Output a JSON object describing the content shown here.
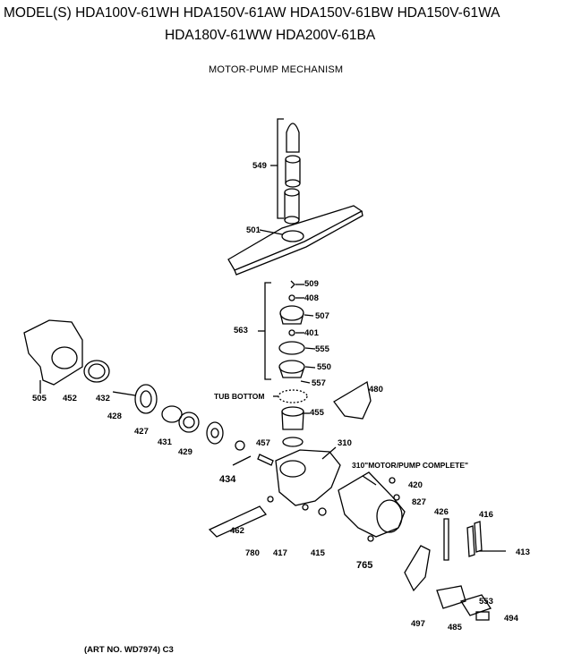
{
  "header": {
    "models_line1": "MODEL(S) HDA100V-61WH  HDA150V-61AW  HDA150V-61BW  HDA150V-61WA",
    "models_line2": "HDA180V-61WW  HDA200V-61BA",
    "title": "MOTOR-PUMP MECHANISM"
  },
  "callouts": {
    "p549": "549",
    "p501": "501",
    "p509": "509",
    "p408": "408",
    "p507": "507",
    "p401": "401",
    "p555": "555",
    "p550": "550",
    "p557": "557",
    "p563": "563",
    "tub_bottom": "TUB BOTTOM",
    "p455": "455",
    "p480": "480",
    "p505": "505",
    "p452": "452",
    "p432": "432",
    "p428": "428",
    "p427": "427",
    "p431": "431",
    "p429": "429",
    "p457": "457",
    "p310": "310",
    "motor_pump_complete": "310\"MOTOR/PUMP COMPLETE\"",
    "p434": "434",
    "p420": "420",
    "p827": "827",
    "p462": "462",
    "p780": "780",
    "p417": "417",
    "p415": "415",
    "p765": "765",
    "p426": "426",
    "p416": "416",
    "p413": "413",
    "p553": "553",
    "p497": "497",
    "p485": "485",
    "p494": "494"
  },
  "footer": {
    "art_no": "(ART NO. WD7974) C3"
  }
}
